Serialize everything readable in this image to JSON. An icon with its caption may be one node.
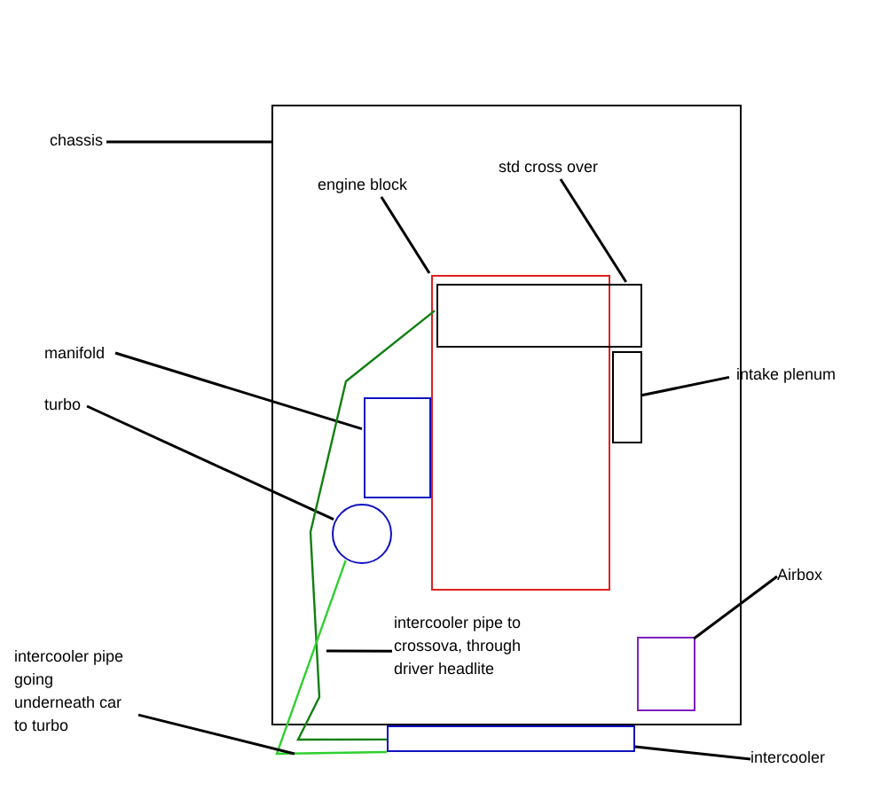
{
  "diagram": {
    "nodes": [
      {
        "text": [
          "chassis"
        ]
      },
      {
        "text": [],
        "shape": "box"
      },
      {
        "text": [
          "engine block"
        ],
        "in": 1
      },
      {
        "text": [],
        "shape": "box",
        "in": 1
      },
      {
        "text": [
          "std cross over"
        ],
        "in": 1
      },
      {
        "text": [],
        "shape": "box",
        "in": 1
      },
      {
        "text": [
          "manifold"
        ]
      },
      {
        "text": [],
        "shape": "box",
        "in": 1
      },
      {
        "text": [
          "turbo"
        ]
      },
      {
        "text": [],
        "shape": "circle",
        "in": 1
      },
      {
        "text": [
          "intake plenum"
        ]
      },
      {
        "text": [],
        "shape": "box",
        "in": 1
      },
      {
        "text": [
          "Airbox"
        ]
      },
      {
        "text": [],
        "shape": "box",
        "in": 1
      },
      {
        "text": [
          "intercooler"
        ]
      },
      {
        "text": [],
        "shape": "box"
      },
      {
        "text": [
          "intercooler pipe to crossova, through driver headlite"
        ],
        "in": 1
      },
      {
        "text": [
          "intercooler pipe going underneath car to turbo"
        ]
      }
    ],
    "edges": [
      {
        "from": 0,
        "to": 1,
        "arrow": "none"
      },
      {
        "from": 2,
        "to": 3,
        "arrow": "none"
      },
      {
        "from": 4,
        "to": 5,
        "arrow": "none"
      },
      {
        "from": 6,
        "to": 7,
        "arrow": "none"
      },
      {
        "from": 8,
        "to": 9,
        "arrow": "none"
      },
      {
        "from": 10,
        "to": 11,
        "arrow": "none"
      },
      {
        "from": 12,
        "to": 13,
        "arrow": "none"
      },
      {
        "from": 14,
        "to": 15,
        "arrow": "none"
      },
      {
        "from": 15,
        "to": 5,
        "arrow": "none",
        "color": "#108010"
      },
      {
        "from": 15,
        "to": 9,
        "arrow": "none",
        "color": "#30d030"
      },
      {
        "from": 16,
        "to": null,
        "arrow": "none"
      },
      {
        "from": 17,
        "to": null,
        "arrow": "none"
      }
    ]
  }
}
